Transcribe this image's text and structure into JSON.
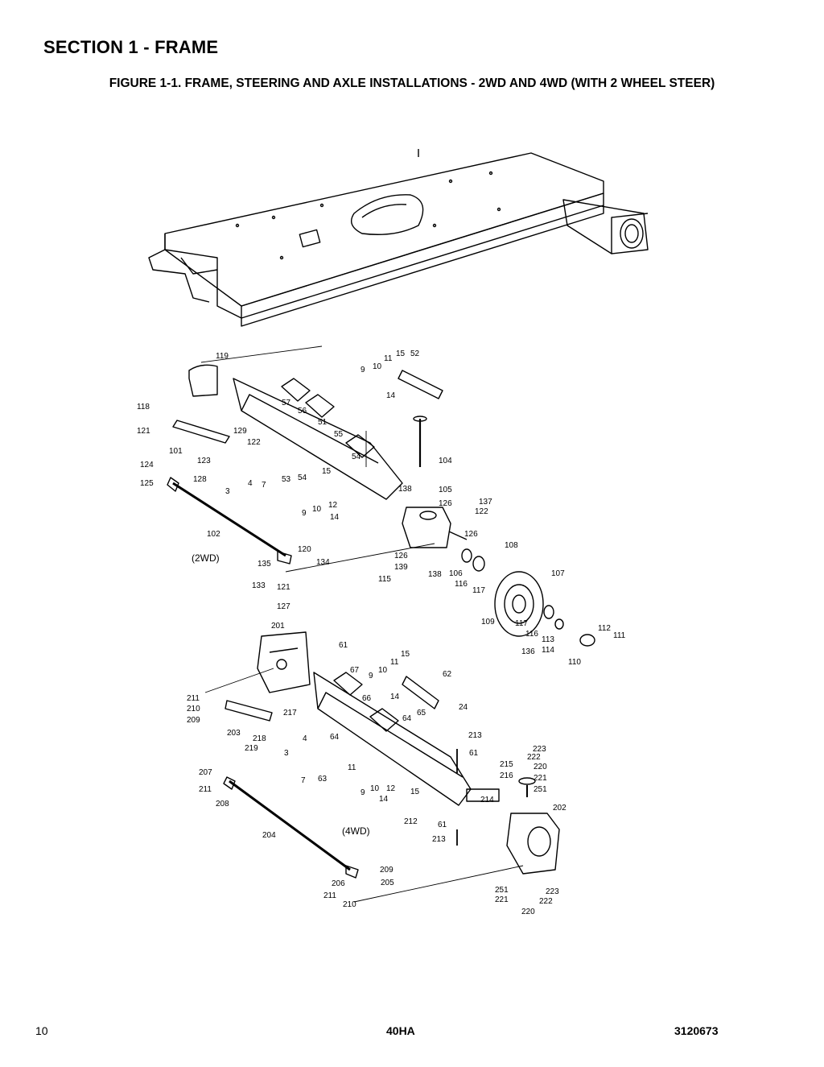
{
  "header": {
    "section_title": "SECTION 1 - FRAME",
    "figure_title": "FIGURE 1-1. FRAME, STEERING AND AXLE INSTALLATIONS - 2WD AND 4WD (WITH 2 WHEEL STEER)"
  },
  "drawing": {
    "group_labels": [
      "(2WD)",
      "(4WD)"
    ],
    "callouts_2wd": [
      "119",
      "118",
      "121",
      "101",
      "129",
      "122",
      "123",
      "128",
      "3",
      "4",
      "7",
      "53",
      "54",
      "57",
      "56",
      "51",
      "55",
      "54",
      "15",
      "9",
      "10",
      "12",
      "14",
      "124",
      "125",
      "102",
      "135",
      "120",
      "134",
      "133",
      "121",
      "127",
      "9",
      "10",
      "11",
      "15",
      "52",
      "14",
      "104",
      "138",
      "105",
      "126",
      "137",
      "122",
      "126",
      "108",
      "126",
      "139",
      "115",
      "138",
      "106",
      "116",
      "117",
      "107",
      "109",
      "117",
      "116",
      "113",
      "136",
      "114",
      "110",
      "112",
      "111"
    ],
    "callouts_4wd": [
      "201",
      "61",
      "67",
      "66",
      "9",
      "10",
      "11",
      "15",
      "14",
      "62",
      "24",
      "211",
      "210",
      "209",
      "217",
      "203",
      "218",
      "219",
      "64",
      "65",
      "213",
      "61",
      "215",
      "216",
      "4",
      "3",
      "7",
      "63",
      "64",
      "11",
      "9",
      "10",
      "12",
      "14",
      "15",
      "207",
      "211",
      "208",
      "204",
      "212",
      "61",
      "213",
      "214",
      "223",
      "222",
      "220",
      "221",
      "251",
      "202",
      "209",
      "206",
      "205",
      "211",
      "210",
      "251",
      "221",
      "222",
      "223",
      "220"
    ]
  },
  "footer": {
    "page_number": "10",
    "model": "40HA",
    "doc_number": "3120673"
  }
}
